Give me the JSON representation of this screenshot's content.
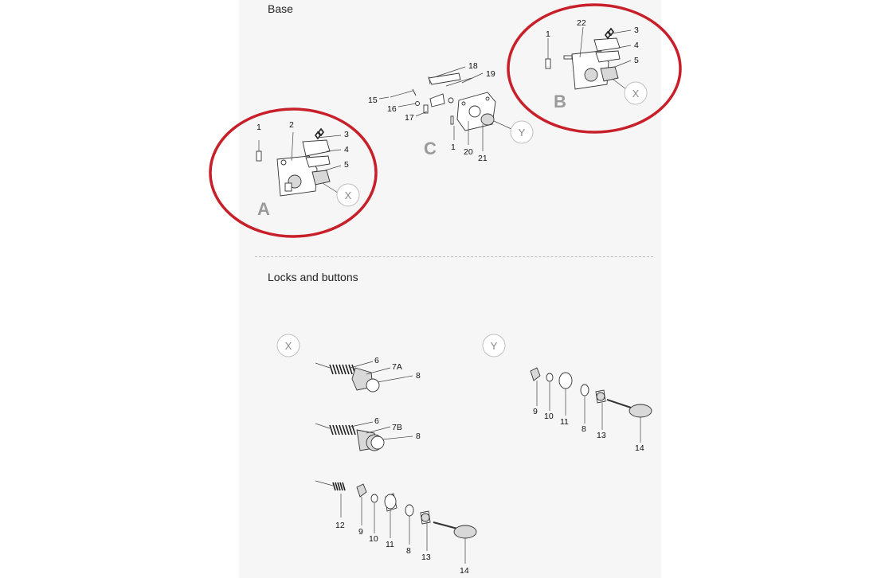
{
  "sections": {
    "base_title": "Base",
    "locks_title": "Locks and buttons"
  },
  "groups": {
    "A": "A",
    "B": "B",
    "C": "C"
  },
  "refs": {
    "X": "X",
    "Y": "Y"
  },
  "callouts": {
    "A": [
      "1",
      "2",
      "3",
      "4",
      "5"
    ],
    "B": [
      "1",
      "22",
      "3",
      "4",
      "5"
    ],
    "C": [
      "18",
      "19",
      "15",
      "16",
      "17",
      "1",
      "20",
      "21"
    ],
    "X1": [
      "6",
      "7A",
      "8"
    ],
    "X2": [
      "6",
      "7B",
      "8"
    ],
    "X3": [
      "12",
      "9",
      "10",
      "11",
      "8",
      "13",
      "14"
    ],
    "Y": [
      "9",
      "10",
      "11",
      "8",
      "13",
      "14"
    ]
  },
  "highlight_color": "#c8202a"
}
